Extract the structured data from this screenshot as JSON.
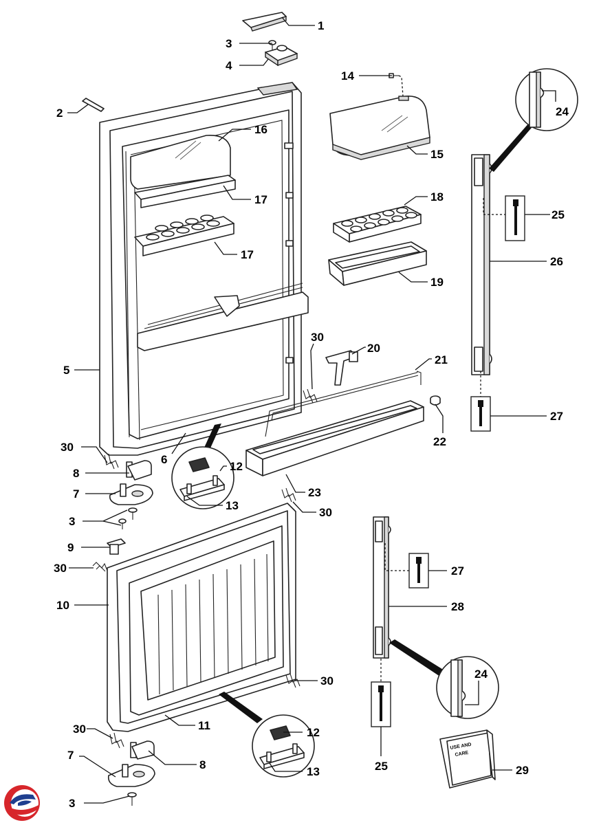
{
  "diagram": {
    "callouts": {
      "c1": "1",
      "c2": "2",
      "c3a": "3",
      "c3b": "3",
      "c3c": "3",
      "c4": "4",
      "c5": "5",
      "c6": "6",
      "c7a": "7",
      "c7b": "7",
      "c8a": "8",
      "c8b": "8",
      "c9": "9",
      "c10": "10",
      "c11": "11",
      "c12a": "12",
      "c12b": "12",
      "c13a": "13",
      "c13b": "13",
      "c14": "14",
      "c15": "15",
      "c16": "16",
      "c17a": "17",
      "c17b": "17",
      "c18": "18",
      "c19": "19",
      "c20": "20",
      "c21": "21",
      "c22": "22",
      "c23": "23",
      "c24a": "24",
      "c24b": "24",
      "c25a": "25",
      "c25b": "25",
      "c26": "26",
      "c27a": "27",
      "c27b": "27",
      "c28": "28",
      "c29": "29",
      "c30a": "30",
      "c30b": "30",
      "c30c": "30",
      "c30d": "30",
      "c30e": "30",
      "c30f": "30"
    },
    "booklet": {
      "line1": "USE AND",
      "line2": "CARE"
    },
    "colors": {
      "line": "#222222",
      "logo_red": "#d7262b",
      "logo_blue": "#1f3f8f"
    }
  }
}
